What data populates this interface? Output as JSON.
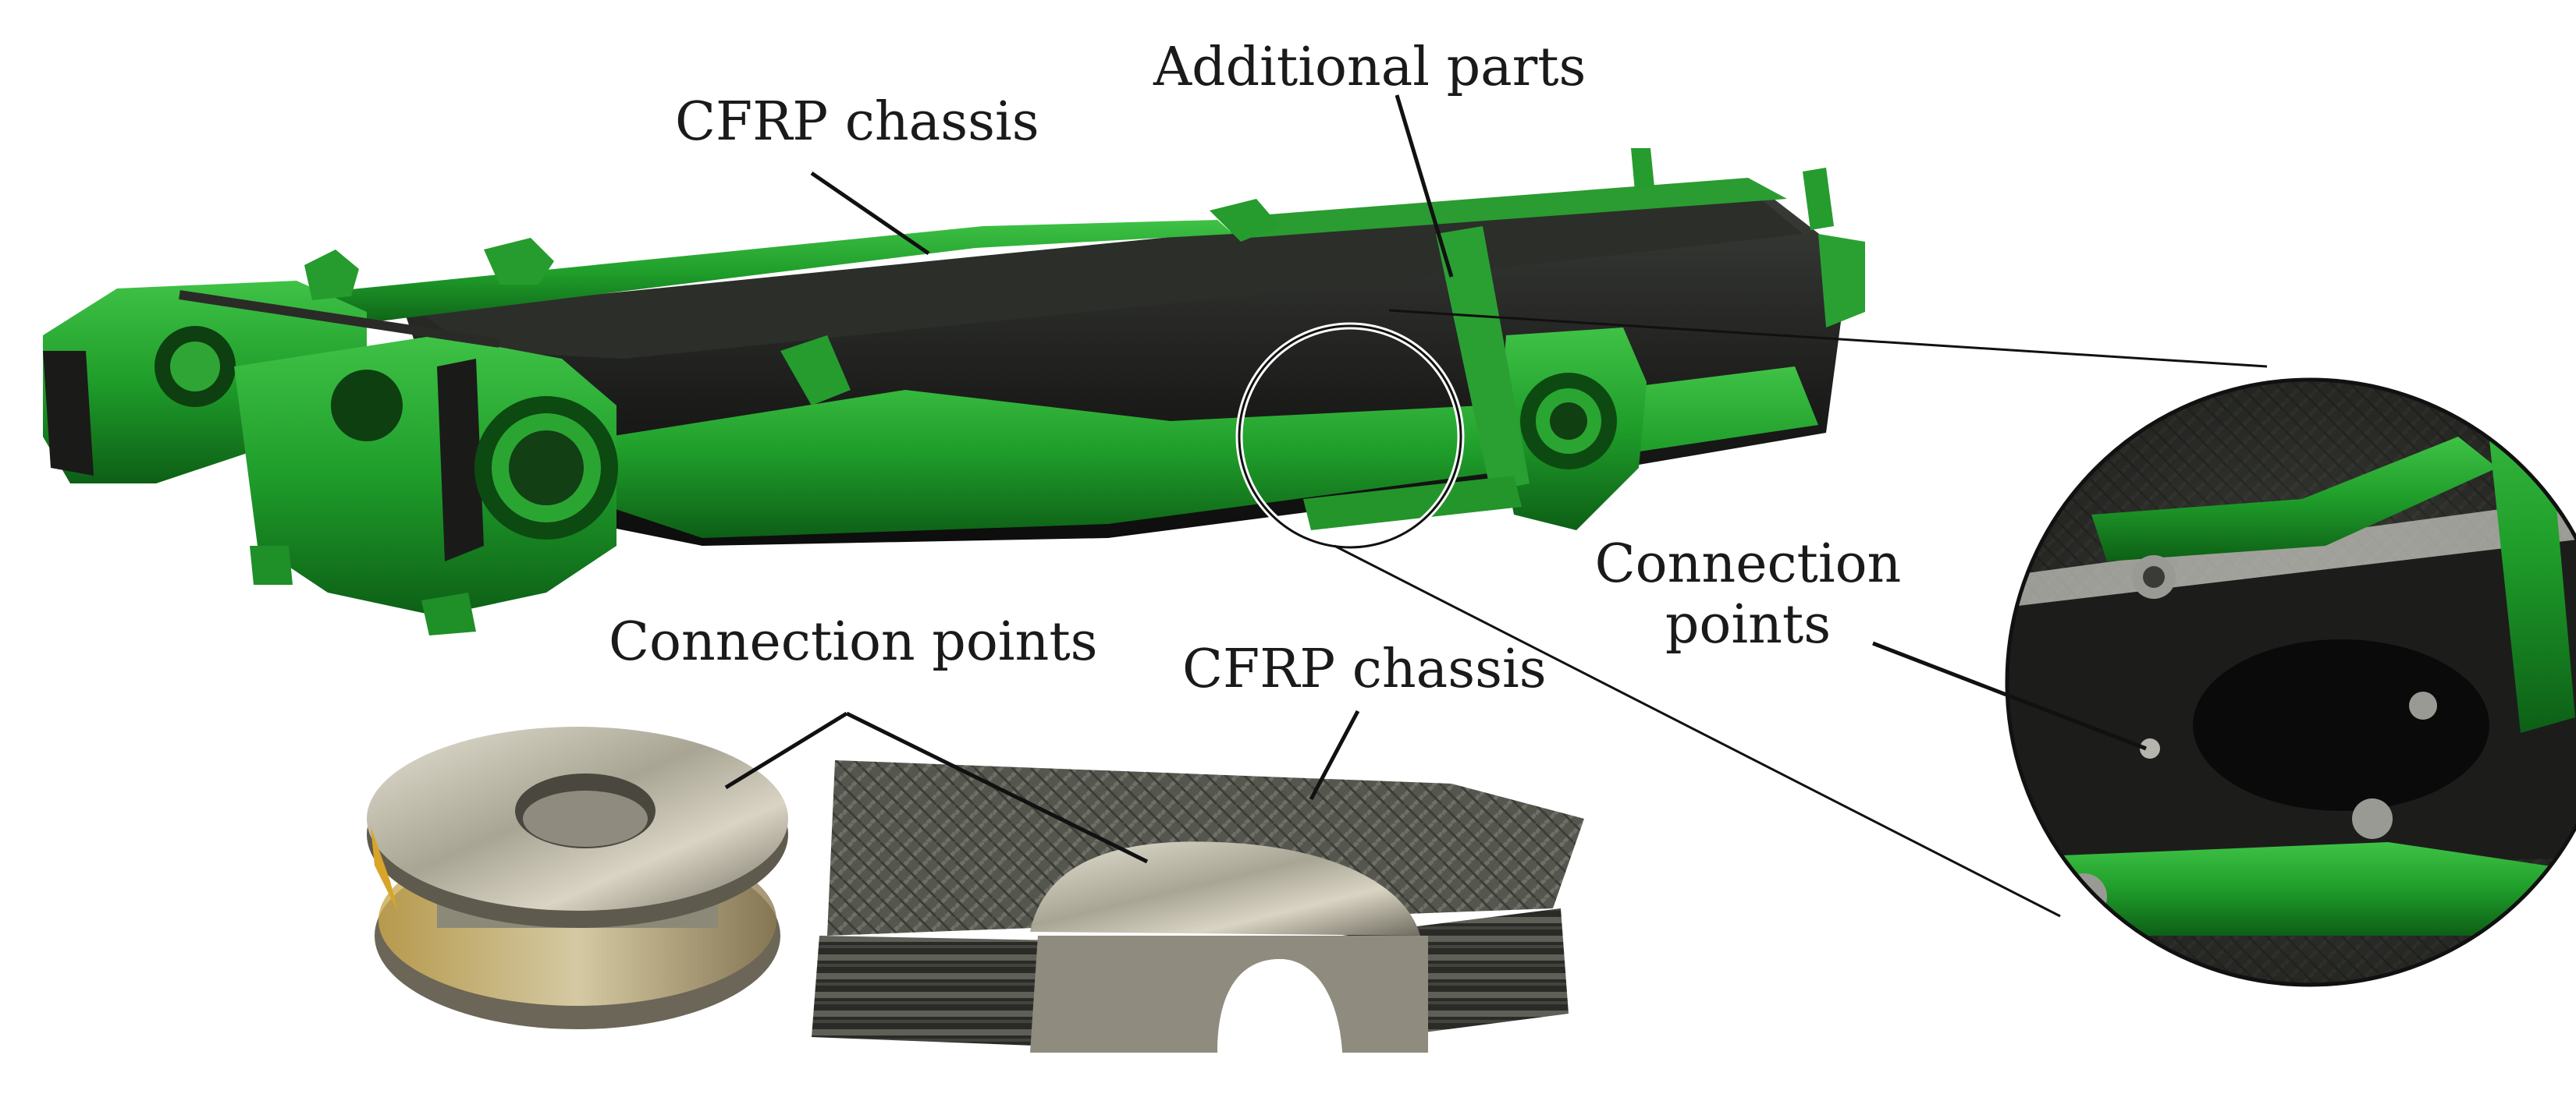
{
  "labels": {
    "cfrp_chassis_top": "CFRP chassis",
    "additional_parts": "Additional parts",
    "connection_points_right_line1": "Connection",
    "connection_points_right_line2": "points",
    "connection_points_bottom": "Connection points",
    "cfrp_chassis_bottom": "CFRP chassis"
  },
  "colors": {
    "chassis_green": "#1f9d2a",
    "chassis_green_dark": "#0f6a18",
    "carbon_black": "#1d1f1c",
    "carbon_weave": "#4a4b44",
    "steel": "#b9b6aa",
    "leader_line": "#111111"
  }
}
